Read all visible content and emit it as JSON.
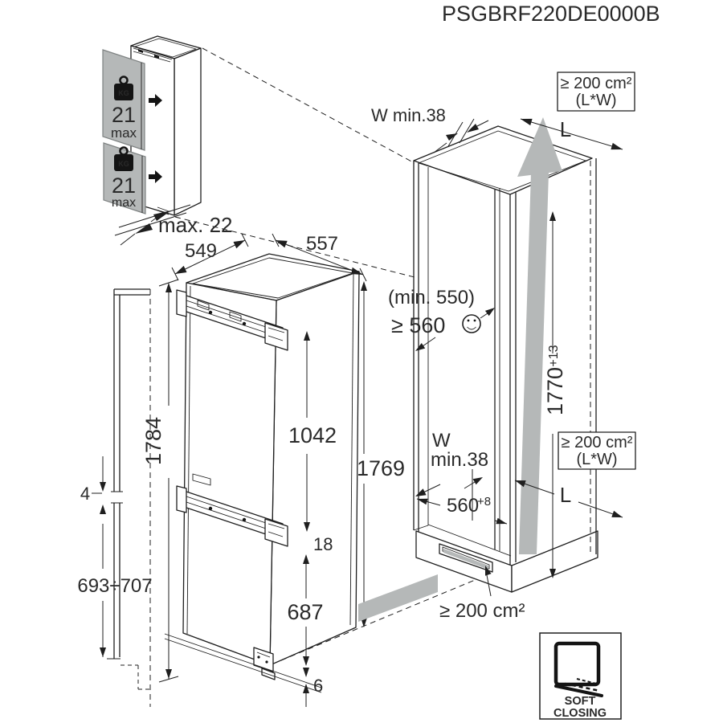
{
  "title": "PSGBRF220DE0000B",
  "colors": {
    "line": "#1f1f1f",
    "gray": "#b5b8b8",
    "text": "#2a2a2a",
    "background": "#ffffff"
  },
  "door_load_diagram": {
    "upper_door": {
      "kg": "KG",
      "value": "21",
      "unit": "max"
    },
    "lower_door": {
      "kg": "KG",
      "value": "21",
      "unit": "max"
    },
    "door_thickness": "max. 22"
  },
  "appliance_dims": {
    "top_depth": "549",
    "top_width": "557",
    "overall_height_left": "1784",
    "upper_door_height": "1042",
    "hinge_gap": "18",
    "overall_height_right": "1769",
    "lower_door_height": "687",
    "bottom_clearance": "6",
    "top_gap": "4",
    "lower_panel_range": "693÷707"
  },
  "niche_dims": {
    "air_top_label": "W min.38",
    "air_area_top": {
      "line1": "≥ 200 cm²",
      "line2": "(L*W)"
    },
    "length_top": "L",
    "depth_min": "(min. 550)",
    "depth_recommended": "≥ 560",
    "niche_height": {
      "value": "1770",
      "tolerance": "+13"
    },
    "air_area_right": {
      "line1": "≥ 200 cm²",
      "line2": "(L*W)"
    },
    "air_channel": {
      "line1": "W",
      "line2": "min.38"
    },
    "niche_width": {
      "value": "560",
      "tolerance": "+8"
    },
    "length_bottom": "L",
    "air_area_bottom": "≥ 200 cm²"
  },
  "badge": {
    "line1": "SOFT",
    "line2": "CLOSING"
  }
}
